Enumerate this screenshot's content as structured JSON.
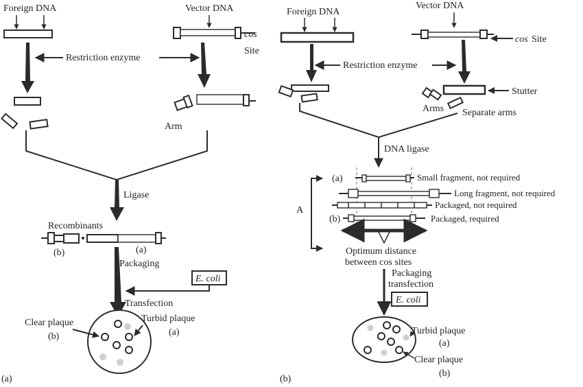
{
  "panel_a": {
    "panel_label": "(a)",
    "foreign_dna": "Foreign DNA",
    "vector_dna": "Vector DNA",
    "cos": "cos",
    "site": "Site",
    "restriction_enzyme": "Restriction enzyme",
    "arm": "Arm",
    "ligase": "Ligase",
    "recombinants": "Recombinants",
    "label_a": "(a)",
    "label_b": "(b)",
    "packaging": "Packaging",
    "e_coli": "E. coli",
    "transfection": "Transfection",
    "clear_plaque": "Clear plaque",
    "clear_plaque_tag": "(b)",
    "turbid_plaque": "Turbid plaque",
    "turbid_plaque_tag": "(a)"
  },
  "panel_b": {
    "panel_label": "(b)",
    "foreign_dna": "Foreign DNA",
    "vector_dna": "Vector DNA",
    "cos": "cos",
    "site": "Site",
    "restriction_enzyme": "Restriction enzyme",
    "stutter": "Stutter",
    "arms": "Arms",
    "separate_arms": "Separate arms",
    "dna_ligase": "DNA ligase",
    "label_a": "(a)",
    "label_b": "(b)",
    "big_a": "A",
    "small_fragment": "Small fragment, not required",
    "long_fragment": "Long fragment, not required",
    "packaged_not_required": "Packaged, not required",
    "packaged_required": "Packaged, required",
    "optimum_line1": "Optimum distance",
    "optimum_line2_pre": "between ",
    "optimum_line2_cos": "cos",
    "optimum_line2_post": " sites",
    "packaging": "Packaging",
    "transfection": "transfection",
    "e_coli": "E. coli",
    "turbid_plaque": "Turbid plaque",
    "turbid_plaque_tag": "(a)",
    "clear_plaque": "Clear plaque",
    "clear_plaque_tag": "(b)"
  }
}
